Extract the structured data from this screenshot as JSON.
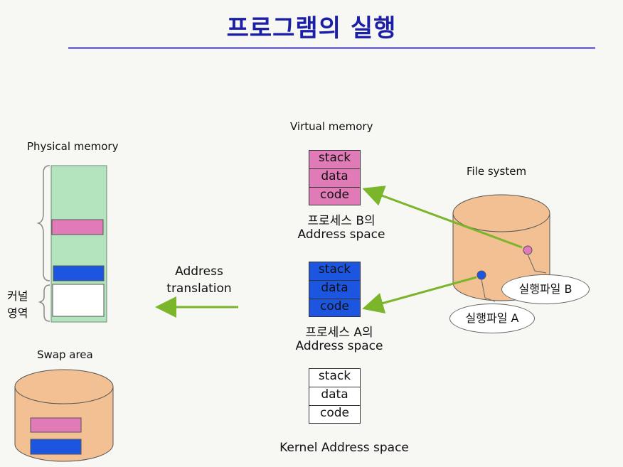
{
  "title": "프로그램의 실행",
  "physical_memory": {
    "label": "Physical memory",
    "kernel_label_line1": "커널",
    "kernel_label_line2": "영역"
  },
  "swap_area": {
    "label": "Swap area"
  },
  "address_translation": {
    "line1": "Address",
    "line2": "translation"
  },
  "virtual_memory": {
    "label": "Virtual memory"
  },
  "process_b": {
    "segments": [
      "stack",
      "data",
      "code"
    ],
    "label_line1": "프로세스 B의",
    "label_line2": "Address space"
  },
  "process_a": {
    "segments": [
      "stack",
      "data",
      "code"
    ],
    "label_line1": "프로세스 A의",
    "label_line2": "Address space"
  },
  "kernel": {
    "segments": [
      "stack",
      "data",
      "code"
    ],
    "label": "Kernel Address space"
  },
  "file_system": {
    "label": "File system",
    "file_b": "실행파일 B",
    "file_a": "실행파일 A"
  },
  "colors": {
    "title": "#1b1fa8",
    "process_b": "#e17bb8",
    "process_a": "#1c56e0",
    "arrow": "#7ab52a",
    "memory": "#b3e4be",
    "disk": "#f2c093"
  }
}
